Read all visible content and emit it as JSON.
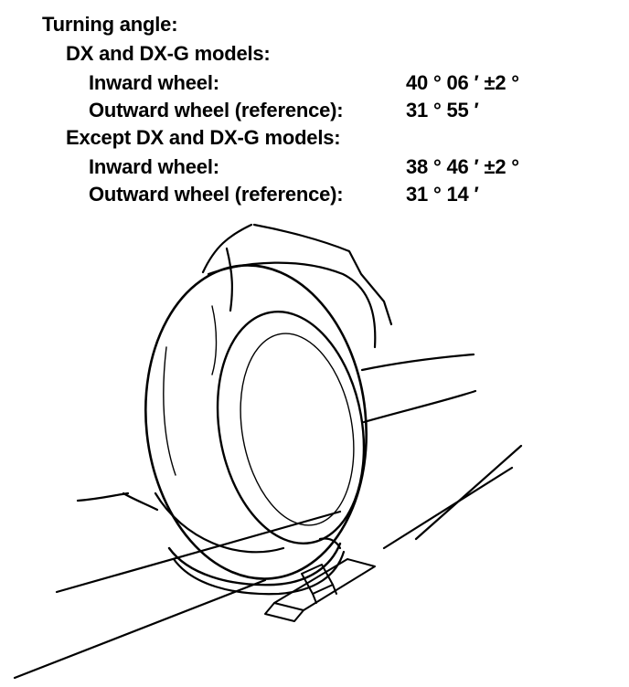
{
  "spec": {
    "heading": "Turning angle:",
    "groups": [
      {
        "title": "DX and DX-G models:",
        "rows": [
          {
            "label": "Inward wheel:",
            "value": "40 ° 06 ′ ±2 °"
          },
          {
            "label": "Outward wheel (reference):",
            "value": "31 ° 55 ′"
          }
        ]
      },
      {
        "title": "Except DX and DX-G models:",
        "rows": [
          {
            "label": "Inward wheel:",
            "value": "38 ° 46 ′ ±2 °"
          },
          {
            "label": "Outward wheel (reference):",
            "value": "31 ° 14 ′"
          }
        ]
      }
    ]
  },
  "illustration": {
    "icon": "wheel-on-turning-radius-gauge-icon"
  }
}
